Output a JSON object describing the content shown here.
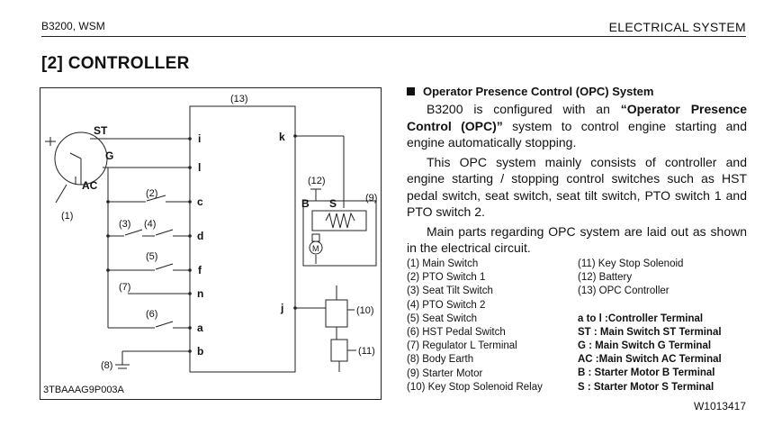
{
  "header": {
    "model": "B3200, WSM",
    "chapter": "ELECTRICAL SYSTEM"
  },
  "section_title": "[2]   CONTROLLER",
  "diagram": {
    "figure_id": "3TBAAAG9P003A",
    "labels": {
      "controller_no": "(13)",
      "st": "ST",
      "g": "G",
      "ac": "AC",
      "n1": "(1)",
      "n2": "(2)",
      "n3": "(3)",
      "n4": "(4)",
      "n5": "(5)",
      "n6": "(6)",
      "n7": "(7)",
      "n8": "(8)",
      "n9": "(9)",
      "n10": "(10)",
      "n11": "(11)",
      "n12": "(12)",
      "t_i": "i",
      "t_l": "l",
      "t_c": "c",
      "t_d": "d",
      "t_f": "f",
      "t_n": "n",
      "t_a": "a",
      "t_b": "b",
      "t_k": "k",
      "t_j": "j",
      "motor_b": "B",
      "motor_s": "S",
      "motor_m": "M"
    }
  },
  "opc": {
    "title": "Operator Presence Control (OPC) System",
    "p1_a": "B3200 is configured with an ",
    "p1_bold": "“Operator Presence Control (OPC)”",
    "p1_b": " system to control engine starting and engine automatically stopping.",
    "p2": "This OPC system mainly consists of controller and engine starting / stopping control switches such as HST pedal switch, seat switch, seat tilt switch, PTO switch 1 and PTO switch 2.",
    "p3": "Main parts regarding OPC system are laid out as shown in the electrical circuit."
  },
  "legend": {
    "left": [
      "(1) Main Switch",
      "(2) PTO Switch 1",
      "(3) Seat Tilt Switch",
      "(4) PTO Switch 2",
      "(5) Seat Switch",
      "(6) HST Pedal Switch",
      "(7) Regulator L Terminal",
      "(8) Body Earth",
      "(9) Starter Motor",
      "(10) Key Stop Solenoid Relay"
    ],
    "right_plain": [
      "(11) Key Stop Solenoid",
      "(12) Battery",
      "(13) OPC Controller"
    ],
    "right_bold": [
      "a to l :Controller Terminal",
      "ST : Main Switch ST Terminal",
      "G :  Main Switch G Terminal",
      "AC :Main Switch AC Terminal",
      "B :  Starter Motor B Terminal",
      "S :  Starter Motor S Terminal"
    ]
  },
  "footer_id": "W1013417"
}
